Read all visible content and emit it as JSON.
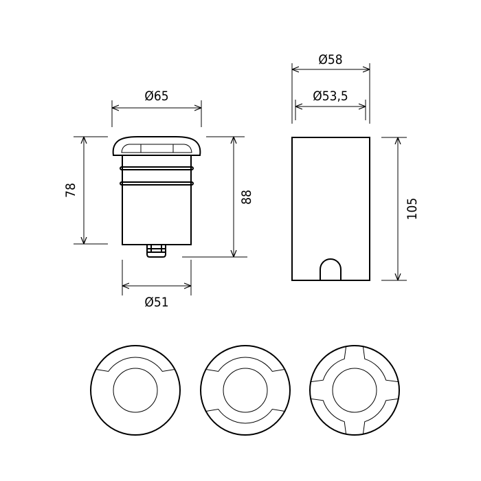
{
  "dimensions": {
    "fixture_cap_diameter": "Ø65",
    "fixture_height_without_gland": "78",
    "fixture_height_total": "88",
    "fixture_body_diameter": "Ø51",
    "housing_outer_diameter": "Ø58",
    "housing_inner_diameter": "Ø53,5",
    "housing_height": "105"
  },
  "colors": {
    "line": "#000000",
    "background": "#ffffff"
  }
}
